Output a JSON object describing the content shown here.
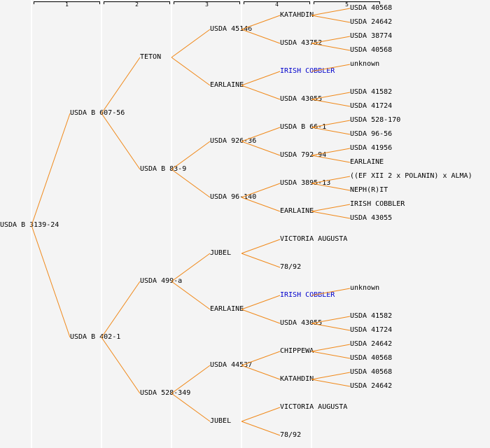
{
  "generation_labels": [
    "1",
    "2",
    "3",
    "4",
    "5"
  ],
  "colors": {
    "line": "#f0891a",
    "link": "#0000cc",
    "text": "#000000",
    "background": "#f4f4f4"
  },
  "root": "USDA B 3139-24",
  "generations": [
    [
      "USDA B 607-56",
      "USDA B 402-1"
    ],
    [
      "TETON",
      "USDA B 83-9",
      "USDA 499-a",
      "USDA 528-349"
    ],
    [
      "USDA 45146",
      "EARLAINE",
      "USDA 926-36",
      "USDA 96-140",
      "JUBEL",
      "EARLAINE",
      "USDA 44537",
      "JUBEL"
    ],
    [
      "KATAHDIN",
      "USDA 43752",
      "IRISH COBBLER",
      "USDA 43055",
      "USDA B 66-1",
      "USDA 792-94",
      "USDA 3895-13",
      "EARLAINE",
      "VICTORIA AUGUSTA",
      "78/92",
      "IRISH COBBLER",
      "USDA 43055",
      "CHIPPEWA",
      "KATAHDIN",
      "VICTORIA AUGUSTA",
      "78/92"
    ],
    [
      "USDA 40568",
      "USDA 24642",
      "USDA 38774",
      "USDA 40568",
      "unknown",
      "",
      "USDA 41582",
      "USDA 41724",
      "USDA 528-170",
      "USDA 96-56",
      "USDA 41956",
      "EARLAINE",
      "((EF XII 2 x POLANIN) x ALMA)",
      "NEPH(R)IT",
      "IRISH COBBLER",
      "USDA 43055",
      "",
      "",
      "",
      "",
      "unknown",
      "",
      "USDA 41582",
      "USDA 41724",
      "USDA 24642",
      "USDA 40568",
      "USDA 40568",
      "USDA 24642",
      "",
      "",
      "",
      ""
    ]
  ],
  "highlighted": {
    "3": [
      2,
      10
    ]
  }
}
